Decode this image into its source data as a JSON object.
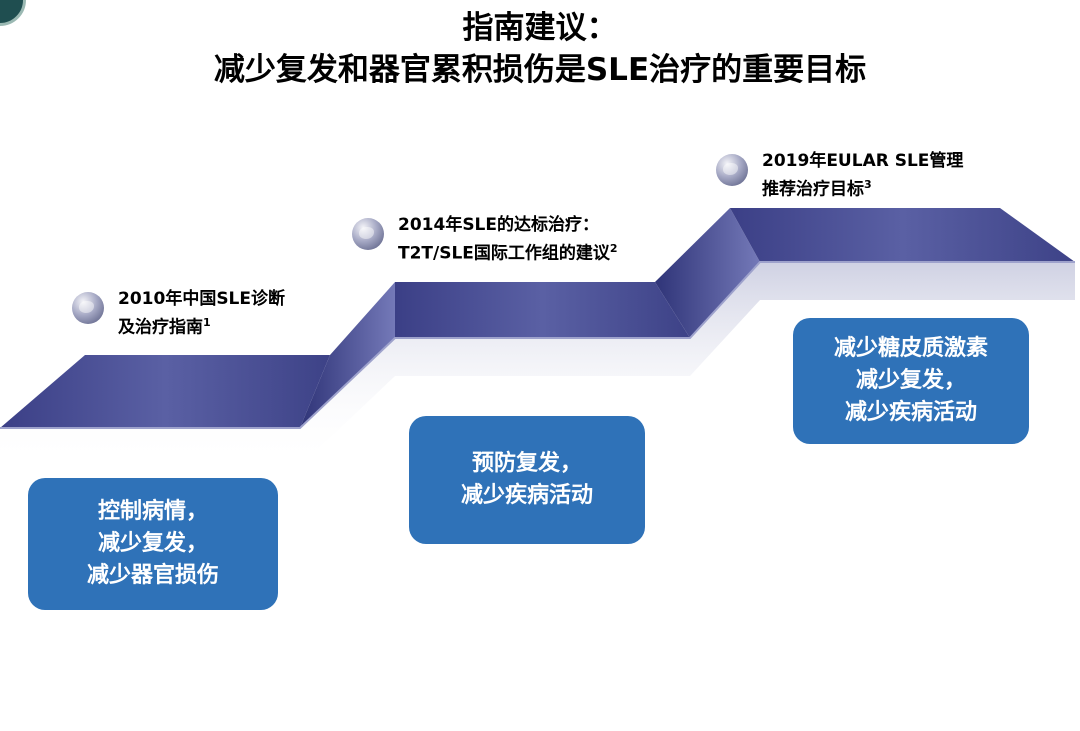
{
  "title": {
    "line1": "指南建议：",
    "line2": "减少复发和器官累积损伤是SLE治疗的重要目标"
  },
  "milestones": [
    {
      "line1": "2010年中国SLE诊断",
      "line2": "及治疗指南",
      "ref": "1"
    },
    {
      "line1": "2014年SLE的达标治疗：",
      "line2": "T2T/SLE国际工作组的建议",
      "ref": "2"
    },
    {
      "line1": "2019年EULAR SLE管理",
      "line2": "推荐治疗目标",
      "ref": "3"
    }
  ],
  "goals": [
    {
      "lines": [
        "控制病情，",
        "减少复发，",
        "减少器官损伤"
      ]
    },
    {
      "lines": [
        "预防复发，",
        "减少疾病活动"
      ]
    },
    {
      "lines": [
        "减少糖皮质激素",
        "减少复发，",
        "减少疾病活动"
      ]
    }
  ],
  "colors": {
    "stair_top": "#4f5593",
    "stair_face": "#5c62a6",
    "stair_front": "#d6d8e8",
    "goal_box": "#2f72b8"
  }
}
